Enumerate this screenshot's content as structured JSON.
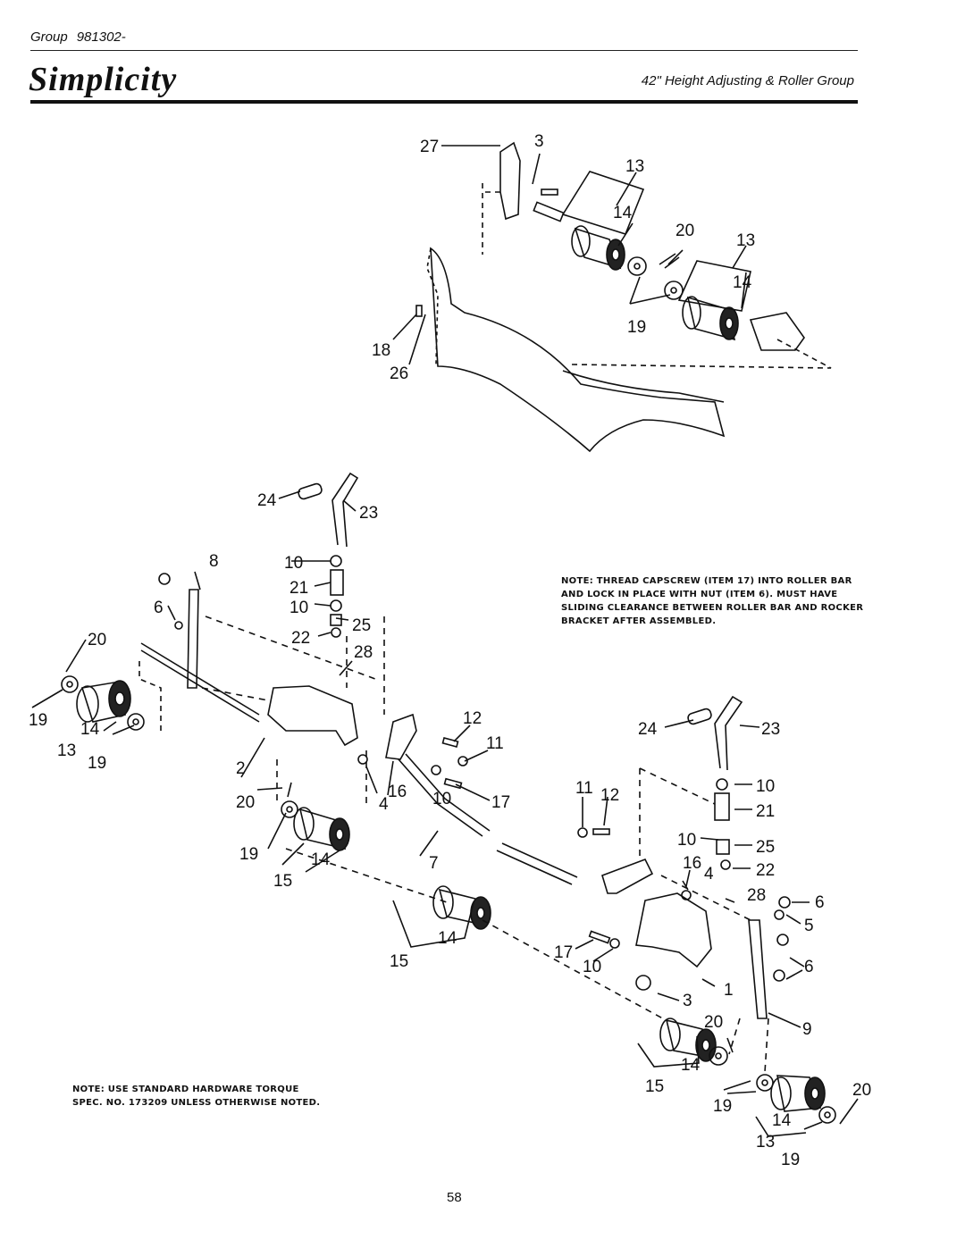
{
  "header": {
    "group_label": "Group",
    "group_number": "981302-",
    "brand": "Simplicity",
    "section_title": "42\" Height Adjusting & Roller Group"
  },
  "notes": {
    "capscrew": "Note: Thread capscrew (Item 17) into roller bar and lock in place with nut (Item 6). Must have sliding clearance between roller bar and rocker bracket after assembled.",
    "hardware": "Note: Use standard hardware torque spec. No. 173209 unless otherwise noted."
  },
  "callouts": {
    "c27": "27",
    "c3a": "3",
    "c13a": "13",
    "c14a": "14",
    "c20a": "20",
    "c13b": "13",
    "c14b": "14",
    "c19a": "19",
    "c18": "18",
    "c26": "26",
    "c24a": "24",
    "c23a": "23",
    "c8": "8",
    "c10a": "10",
    "c21a": "21",
    "c10b": "10",
    "c25a": "25",
    "c22a": "22",
    "c28a": "28",
    "c6a": "6",
    "c20b": "20",
    "c19b": "19",
    "c14c": "14",
    "c13c": "13",
    "c19c": "19",
    "c12a": "12",
    "c11a": "11",
    "c2": "2",
    "c4a": "4",
    "c16a": "16",
    "c10c": "10",
    "c17a": "17",
    "c20c": "20",
    "c19d": "19",
    "c14d": "14",
    "c15a": "15",
    "c7": "7",
    "c14e": "14",
    "c15b": "15",
    "c24b": "24",
    "c23b": "23",
    "c10d": "10",
    "c21b": "21",
    "c11b": "11",
    "c12b": "12",
    "c10e": "10",
    "c25b": "25",
    "c16b": "16",
    "c4b": "4",
    "c22b": "22",
    "c28b": "28",
    "c6b": "6",
    "c5": "5",
    "c6c": "6",
    "c17b": "17",
    "c10f": "10",
    "c1": "1",
    "c3b": "3",
    "c9": "9",
    "c20d": "20",
    "c14f": "14",
    "c15c": "15",
    "c19e": "19",
    "c20e": "20",
    "c14g": "14",
    "c13d": "13",
    "c19f": "19"
  },
  "page_number": "58"
}
